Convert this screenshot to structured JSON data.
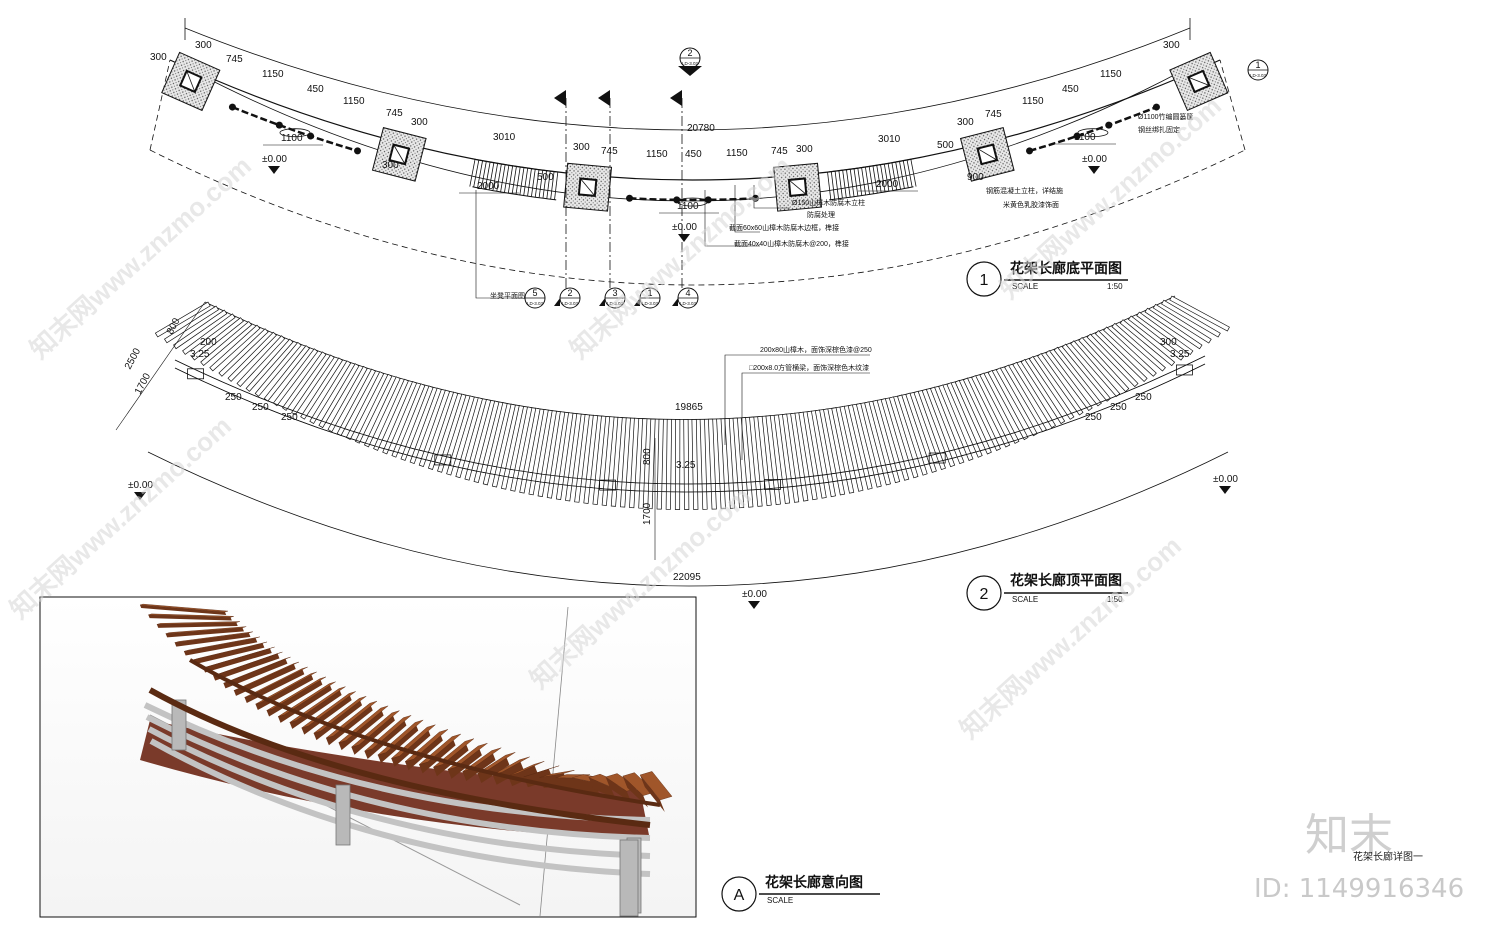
{
  "drawing_1": {
    "title": "花架长廊底平面图",
    "num": "1",
    "scale_label": "SCALE",
    "scale_value": "1:50",
    "total_arc": "20780",
    "dims_left": [
      "300",
      "745",
      "1150",
      "450",
      "1150",
      "745",
      "300",
      "3010",
      "300",
      "745",
      "1150",
      "450",
      "1150"
    ],
    "dims_right": [
      "745",
      "300",
      "3010",
      "300",
      "745",
      "1150",
      "450",
      "1150",
      "300"
    ],
    "lower_dims": [
      "1100",
      "2000",
      "1100",
      "2000",
      "1100"
    ],
    "side_dims": [
      "300",
      "300",
      "500",
      "500",
      "900"
    ],
    "level": "±0.00",
    "notes": [
      "Ø150山樟木防腐木立柱",
      "防腐处理",
      "截面60x60山樟木防腐木边框，榫接",
      "截面40x40山樟木防腐木@200，榫接",
      "Ø1100竹编圆篓筐",
      "钢丝绑扎固定",
      "钢筋混凝土立柱，详结施",
      "米黄色乳胶漆饰面"
    ],
    "section_marks": [
      {
        "num": "2",
        "ref": "LD-3.02"
      },
      {
        "num": "1",
        "ref": "LD-3.03"
      },
      {
        "num": "5",
        "ref": "LD-3.03"
      },
      {
        "num": "2",
        "ref": "LD-3.03"
      },
      {
        "num": "3",
        "ref": "LD-3.03"
      },
      {
        "num": "1",
        "ref": "LD-3.03"
      },
      {
        "num": "4",
        "ref": "LD-3.03"
      }
    ],
    "seat_label": "坐凳平面图"
  },
  "drawing_2": {
    "title": "花架长廊顶平面图",
    "num": "2",
    "scale_label": "SCALE",
    "scale_value": "1:50",
    "outer_arc": "19865",
    "inner_arc": "22095",
    "left_dims": [
      "2500",
      "800",
      "1700",
      "200",
      "3.25",
      "250",
      "250",
      "250"
    ],
    "right_dims": [
      "300",
      "3.25",
      "250",
      "250",
      "250"
    ],
    "center_dims": [
      "800",
      "3.25",
      "1700"
    ],
    "note_1": "200x80山樟木，面饰深棕色漆@250",
    "note_2": "□200x8.0方管横梁，面饰深棕色木纹漆",
    "level": "±0.00"
  },
  "drawing_a": {
    "title": "花架长廊意向图",
    "num": "A",
    "scale_label": "SCALE"
  },
  "watermark": {
    "brand": "知末",
    "site": "知末网www.znzmo.com",
    "caption": "花架长廊详图一",
    "id_text": "ID: 1149916346"
  },
  "colors": {
    "wood": "#a0562a",
    "wood_dark": "#6e3519",
    "ground": "#7a3a2a",
    "concrete": "#b8b8b8",
    "line": "#111111"
  }
}
